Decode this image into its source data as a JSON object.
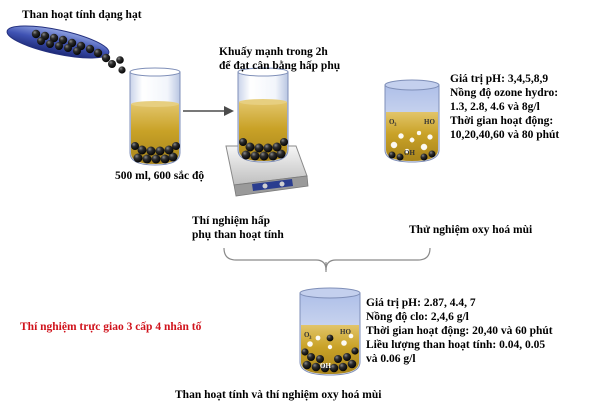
{
  "colors": {
    "title_red": "#d0121b",
    "liquid_gold": "#c9a227",
    "liquid_light": "#e9d28c",
    "beaker_blue": "#9fb5e6",
    "carbon": "#222222"
  },
  "labels": {
    "carbon_title": "Than hoạt tính dạng hạt",
    "stir_line1": "Khuấy mạnh trong 2h",
    "stir_line2": "để đạt cân bằng hấp phụ",
    "beaker_volume": "500 ml, 600 sắc độ",
    "adsorption_line1": "Thí nghiệm hấp",
    "adsorption_line2": "phụ than hoạt tính",
    "ozone_test": "Thử nghiệm oxy hoá mùi",
    "combined_title": "Than hoạt tính và thí nghiệm oxy hoá mùi",
    "orthogonal": "Thí nghiệm trực giao 3 cấp 4 nhân tố"
  },
  "ozone_params": [
    "Giá trị pH: 3,4,5,8,9",
    "Nồng độ ozone hydro:",
    "1.3, 2.8, 4.6 và 8g/l",
    "Thời gian hoạt động:",
    "10,20,40,60 và 80 phút"
  ],
  "combined_params": [
    "Giá trị pH: 2.87, 4.4, 7",
    "Nồng độ clo: 2,4,6 g/l",
    "Thời gian hoạt động: 20,40 và 60 phút",
    "Liều lượng than hoạt tính: 0.04, 0.05",
    "và 0.06 g/l"
  ],
  "icon_labels": {
    "o3": "O₃",
    "ho": "HO•",
    "oh": "•OH"
  }
}
